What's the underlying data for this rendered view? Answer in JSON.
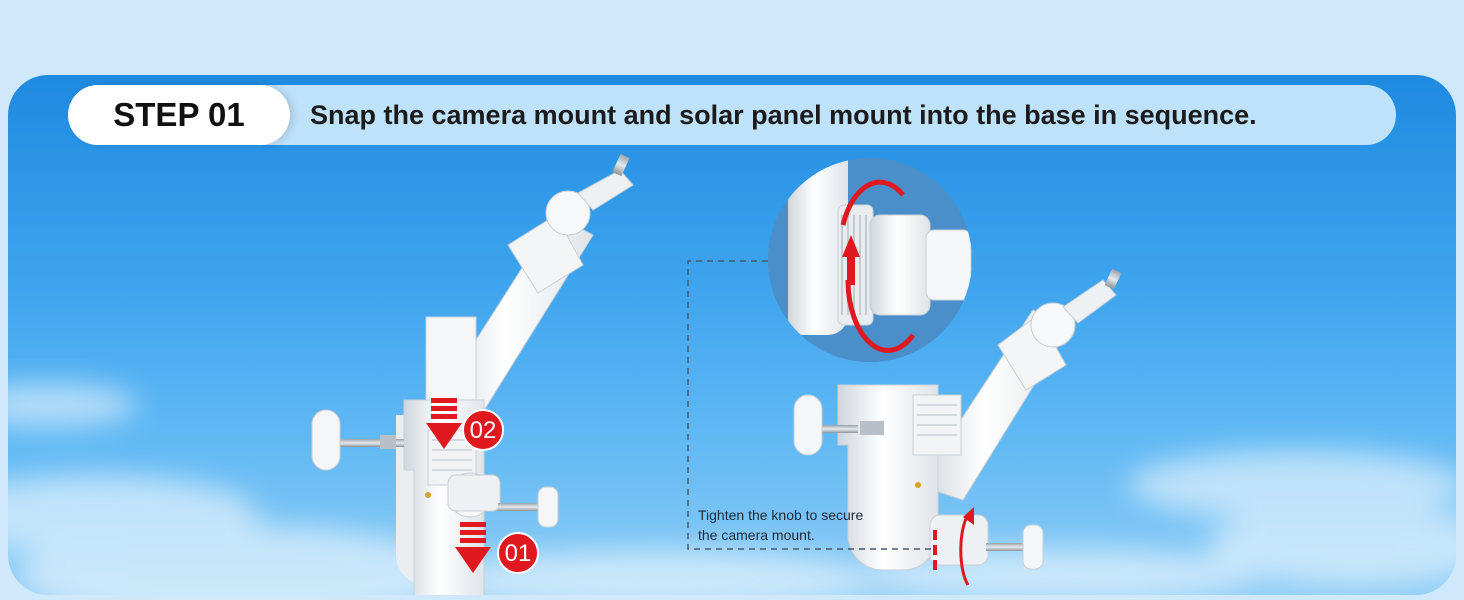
{
  "banner": {
    "step_label": "STEP 01",
    "instruction": "Snap the camera mount and solar panel mount into the base in sequence."
  },
  "badges": [
    "02",
    "01"
  ],
  "note": {
    "line1": "Tighten the knob to secure",
    "line2": "the camera mount."
  },
  "colors": {
    "accent_red": "#e0181f",
    "sky_blue": "#2a93e6",
    "banner_bg": "#bfe2fb"
  }
}
